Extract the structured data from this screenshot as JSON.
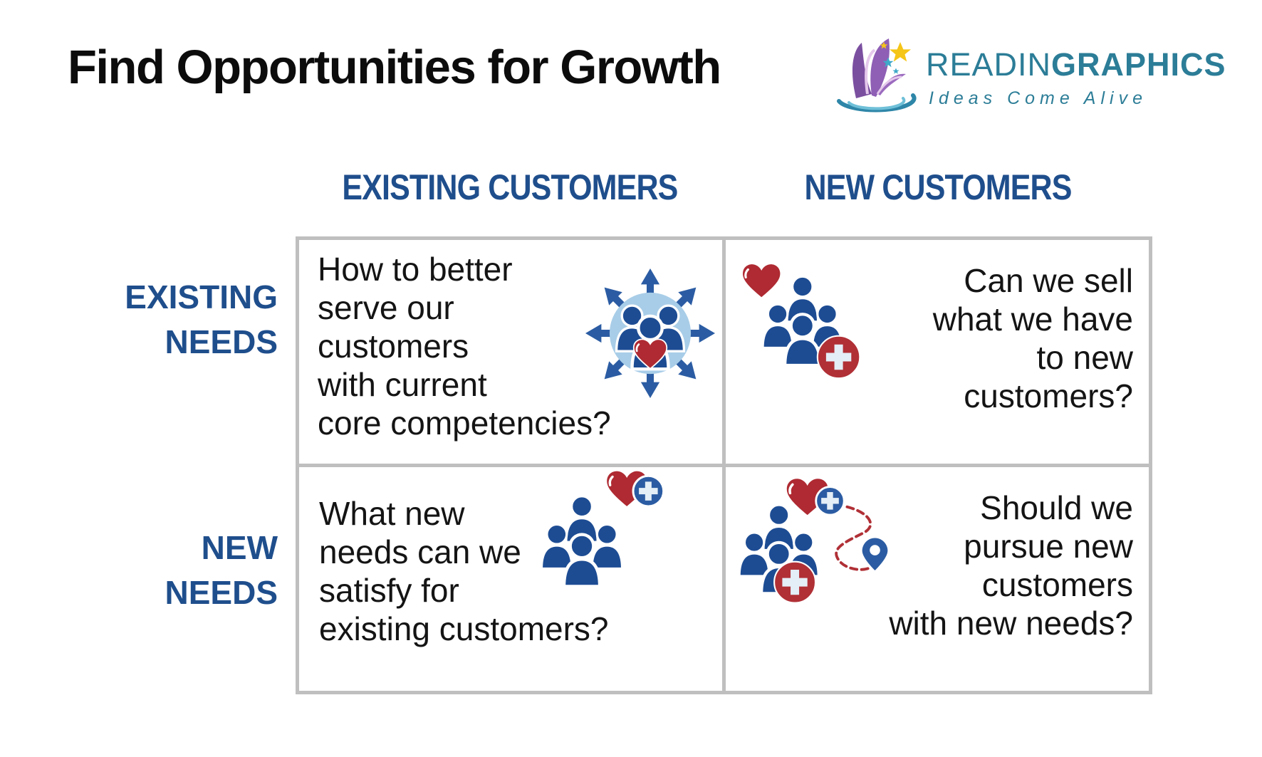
{
  "title": "Find Opportunities for Growth",
  "logo": {
    "brand_regular": "READIN",
    "brand_bold": "GRAPHICS",
    "tagline": "Ideas Come Alive",
    "icon": "reading-graphics-book-logo"
  },
  "matrix": {
    "column_headers": [
      {
        "label": "EXISTING CUSTOMERS"
      },
      {
        "label": "NEW CUSTOMERS"
      }
    ],
    "row_headers": [
      {
        "line1": "EXISTING",
        "line2": "NEEDS"
      },
      {
        "line1": "NEW",
        "line2": "NEEDS"
      }
    ],
    "quadrants": [
      {
        "name": "existing-customers-existing-needs",
        "icon": "customer-group-expand-arrows-icon",
        "lines": [
          "How to better",
          "serve our",
          "customers",
          "with current",
          "core competencies?"
        ]
      },
      {
        "name": "new-customers-existing-needs",
        "icon": "customer-group-add-heart-icon",
        "lines": [
          "Can we sell",
          "what we have",
          "to new",
          "customers?"
        ]
      },
      {
        "name": "existing-customers-new-needs",
        "icon": "customer-group-new-need-heart-plus-icon",
        "lines": [
          "What new",
          "needs can we",
          "satisfy for",
          "existing customers?"
        ]
      },
      {
        "name": "new-customers-new-needs",
        "icon": "customer-group-journey-pin-icon",
        "lines": [
          "Should we",
          "pursue new",
          "customers",
          "with new needs?"
        ]
      }
    ]
  },
  "colors": {
    "heading_blue": "#1f4e8c",
    "icon_people_navy": "#1d4c93",
    "icon_heart_red": "#af2a32",
    "icon_badge_red": "#b03036",
    "icon_badge_blue": "#2b5ca3",
    "icon_circle_light_blue": "#a8cde8",
    "grid_border_gray": "#bfbfbf",
    "body_text": "#141414",
    "logo_teal": "#2c7d97",
    "logo_purple": "#7b4fa0",
    "logo_star_yellow": "#f5c518"
  }
}
